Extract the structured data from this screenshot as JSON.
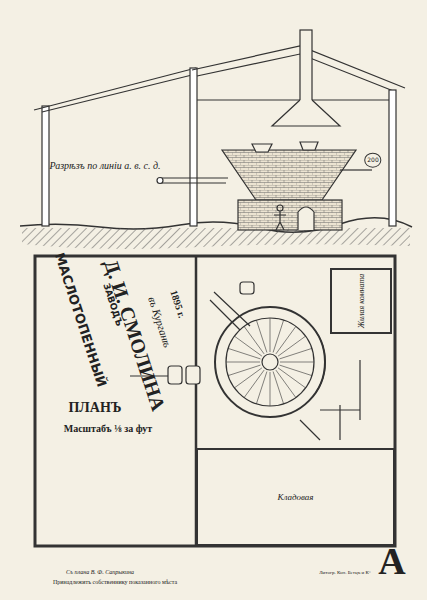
{
  "diagram": {
    "nodes": [
      {
        "text": [
          "Жилая комната"
        ]
      },
      {
        "text": [
          "Кладовая"
        ]
      }
    ],
    "labels": [
      "Разрѣзъ по линiи а. в. с. д.",
      "200",
      "МАСЛОТОПЕННЫЙ",
      "ЗАВОДЪ",
      "Д. И. СМОЛИНА",
      "въ Курганѣ",
      "1895 г.",
      "ПЛАНЪ",
      "Масштабъ ⅛ за фут",
      "Съ плана В. Ф. Сапрыкина",
      "Принадлежитъ собственнику показанного мѣста",
      "Литогр. Кон. Бетцъ и К°",
      "A"
    ]
  }
}
